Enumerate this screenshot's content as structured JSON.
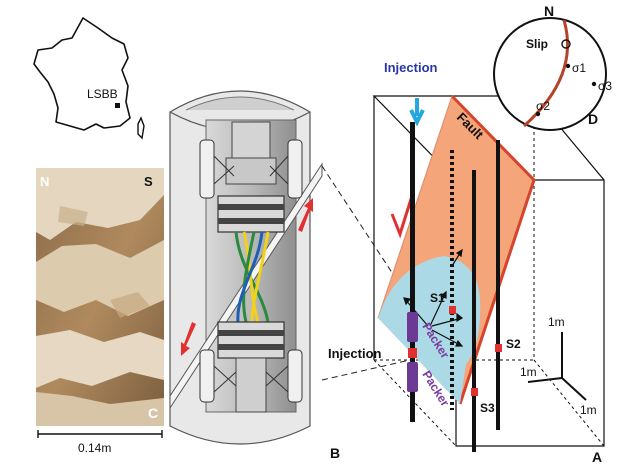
{
  "colors": {
    "injection_text": "#2a35a8",
    "injection_arrow": "#25a7dd",
    "fault_plane": "#f4a57a",
    "fault_edge": "#d5442c",
    "pressurized_zone": "#a7dcec",
    "packer": "#6c3a95",
    "packer_text": "#7a3aa0",
    "slip_marker": "#e23030",
    "sensor": "#e23030",
    "borehole": "#222222",
    "stereonet_circle": "#b5432a"
  },
  "map": {
    "site_label": "LSBB",
    "icon": "france-outline-icon"
  },
  "core": {
    "north_label": "N",
    "south_label": "S",
    "panel_label": "C",
    "scale_label": "0.14m"
  },
  "tool": {
    "panel_label": "B"
  },
  "block": {
    "panel_label": "A",
    "injection_top_label": "Injection",
    "injection_side_label": "Injection",
    "fault_label": "Fault",
    "packer_labels": [
      "Packer",
      "Packer"
    ],
    "sensor_labels": [
      "S1",
      "S2",
      "S3"
    ],
    "scale_labels": [
      "1m",
      "1m",
      "1m"
    ]
  },
  "stereonet": {
    "panel_label": "D",
    "north_label": "N",
    "slip_label": "Slip",
    "sigma_labels": [
      "σ1",
      "σ2",
      "σ3"
    ]
  }
}
